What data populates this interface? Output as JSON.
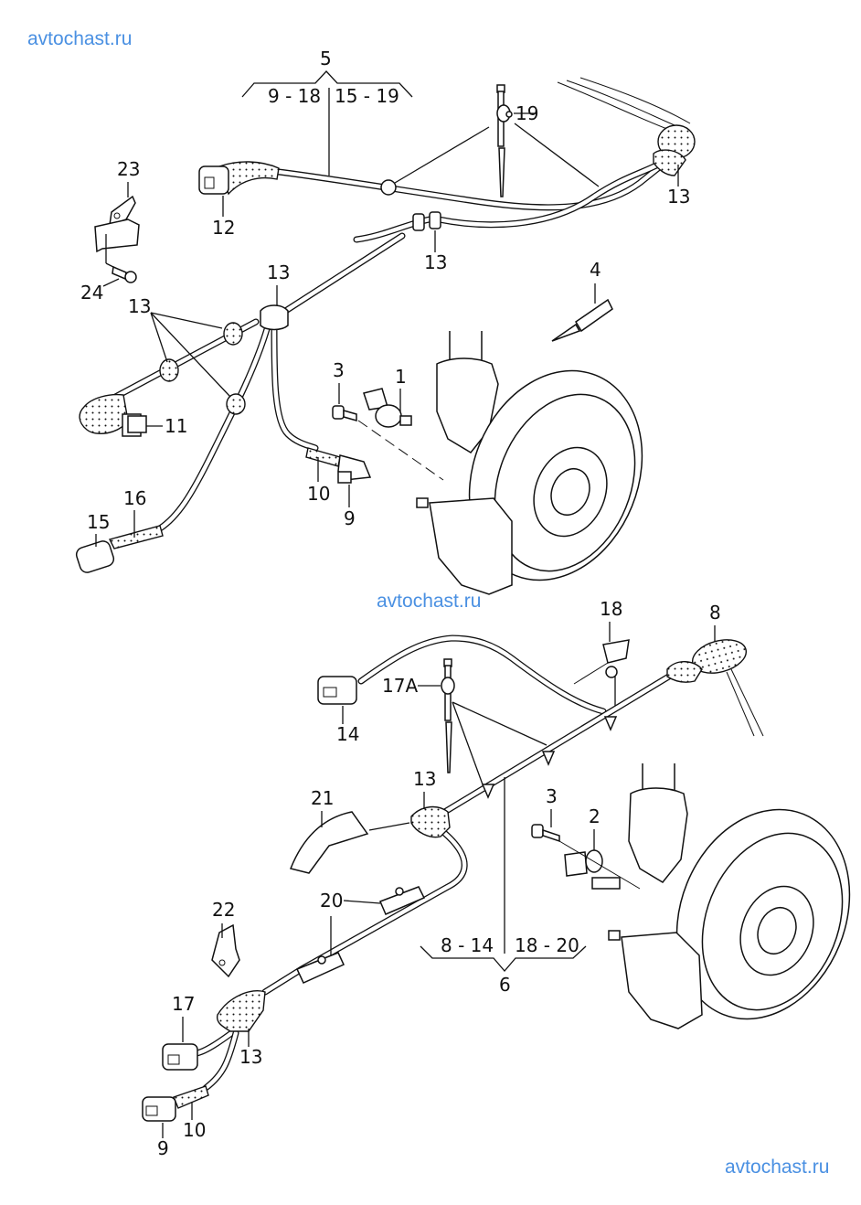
{
  "watermarks": {
    "top_left": "avtochast.ru",
    "middle": "avtochast.ru",
    "bottom_right": "avtochast.ru"
  },
  "colors": {
    "watermark": "#4a90e2",
    "line": "#111111",
    "background": "#ffffff"
  },
  "upper_assembly": {
    "group": {
      "number": "5",
      "range_left": "9 - 18",
      "range_right": "15 - 19"
    },
    "callouts": {
      "c19": "19",
      "c12": "12",
      "c13_right": "13",
      "c23": "23",
      "c24": "24",
      "c13_mid": "13",
      "c13_junction": "13",
      "c13_left": "13",
      "c4": "4",
      "c11": "11",
      "c3": "3",
      "c1": "1",
      "c10": "10",
      "c9": "9",
      "c16": "16",
      "c15": "15"
    }
  },
  "lower_assembly": {
    "group": {
      "number": "6",
      "range_left": "8 - 14",
      "range_right": "18 - 20"
    },
    "callouts": {
      "c18": "18",
      "c8": "8",
      "c17A": "17A",
      "c14": "14",
      "c13_top": "13",
      "c21": "21",
      "c3": "3",
      "c2": "2",
      "c20": "20",
      "c22": "22",
      "c17": "17",
      "c13_bottom": "13",
      "c10": "10",
      "c9": "9"
    }
  }
}
